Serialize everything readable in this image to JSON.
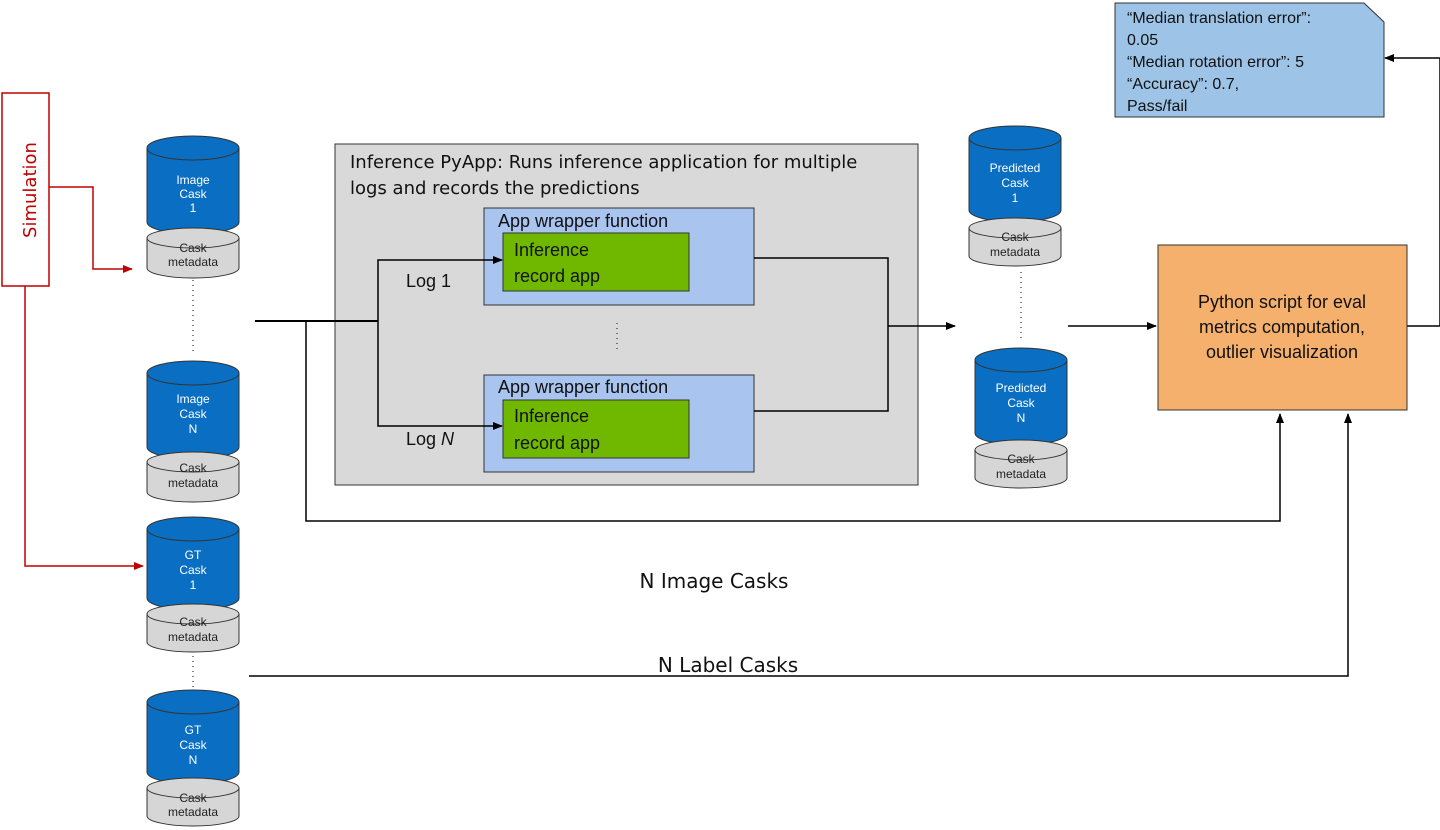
{
  "simulation_label": "Simulation",
  "image_casks": [
    {
      "lines": [
        "Image",
        "Cask",
        "1"
      ],
      "meta": [
        "Cask",
        "metadata"
      ]
    },
    {
      "lines": [
        "Image",
        "Cask",
        "N"
      ],
      "meta": [
        "Cask",
        "metadata"
      ]
    }
  ],
  "gt_casks": [
    {
      "lines": [
        "GT",
        "Cask",
        "1"
      ],
      "meta": [
        "Cask",
        "metadata"
      ]
    },
    {
      "lines": [
        "GT",
        "Cask",
        "N"
      ],
      "meta": [
        "Cask",
        "metadata"
      ]
    }
  ],
  "predicted_casks": [
    {
      "lines": [
        "Predicted",
        "Cask",
        "1"
      ],
      "meta": [
        "Cask",
        "metadata"
      ]
    },
    {
      "lines": [
        "Predicted",
        "Cask",
        "N"
      ],
      "meta": [
        "Cask",
        "metadata"
      ]
    }
  ],
  "inference_app": {
    "title_line1": "Inference PyApp: Runs inference application for multiple",
    "title_line2": "logs and records the predictions",
    "wrapper_label": "App wrapper function",
    "record_app_line1": "Inference",
    "record_app_line2": "record app",
    "log_1": "Log 1",
    "log_n_prefix": "Log ",
    "log_n_italic": "N"
  },
  "python_script": [
    "Python script for eval",
    "metrics computation,",
    "outlier visualization"
  ],
  "metrics_note": [
    "“Median translation error”:",
    "0.05",
    "“Median rotation error”: 5",
    "“Accuracy”: 0.7,",
    "Pass/fail"
  ],
  "labels": {
    "n_image_casks": "N Image Casks",
    "n_label_casks": "N Label Casks"
  },
  "colors": {
    "cylinder_blue": "#0a6fc2",
    "metadata_gray": "#d6d6d6",
    "gray_box": "#d9d9d9",
    "wrapper_blue": "#a9c4ef",
    "record_green": "#70b800",
    "script_orange": "#f5b06e",
    "note_blue": "#9dc3e6",
    "simulation_red": "#c00000"
  }
}
